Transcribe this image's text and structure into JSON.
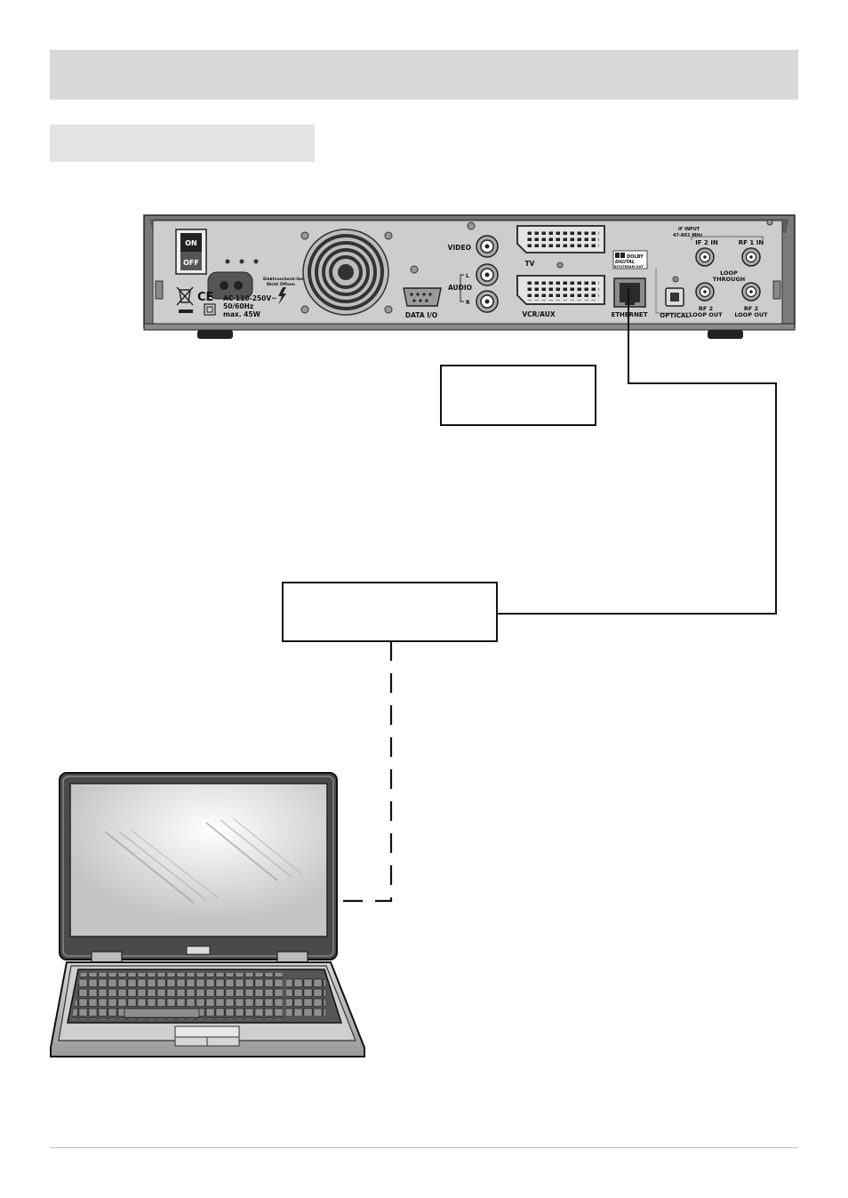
{
  "receiver": {
    "switch": {
      "on": "ON",
      "off": "OFF"
    },
    "power_info": {
      "line1": "AC 110-250V~",
      "line2": "50/60Hz",
      "line3": "max. 45W"
    },
    "warning": {
      "line1": "Elektroschock-Gefahr!",
      "line2": "Nicht Öffnen"
    },
    "ports": {
      "video": "VIDEO",
      "audio": "AUDIO",
      "audio_l": "L",
      "audio_r": "R",
      "tv": "TV",
      "vcr": "VCR/AUX",
      "data_io": "DATA I/O",
      "ethernet": "ETHERNET",
      "optical": "OPTICAL",
      "if_input": "IF INPUT",
      "if_freq": "47-862 MHz",
      "if2_in": "IF  2  IN",
      "rf1_in": "RF  1  IN",
      "loop_through_1": "LOOP",
      "loop_through_2": "THROUGH",
      "rf2_loop_out_a_1": "RF 2",
      "rf2_loop_out_a_2": "LOOP OUT",
      "rf2_loop_out_b_1": "RF 2",
      "rf2_loop_out_b_2": "LOOP OUT",
      "dolby_1": "DOLBY",
      "dolby_2": "DIGITAL",
      "dolby_3": "BITSTREAM OUT"
    }
  },
  "colors": {
    "header_bar": "#d8d8d8",
    "subheader_bar": "#e3e3e3",
    "cable": "#111111",
    "receiver_body": "#c9c9c9"
  }
}
